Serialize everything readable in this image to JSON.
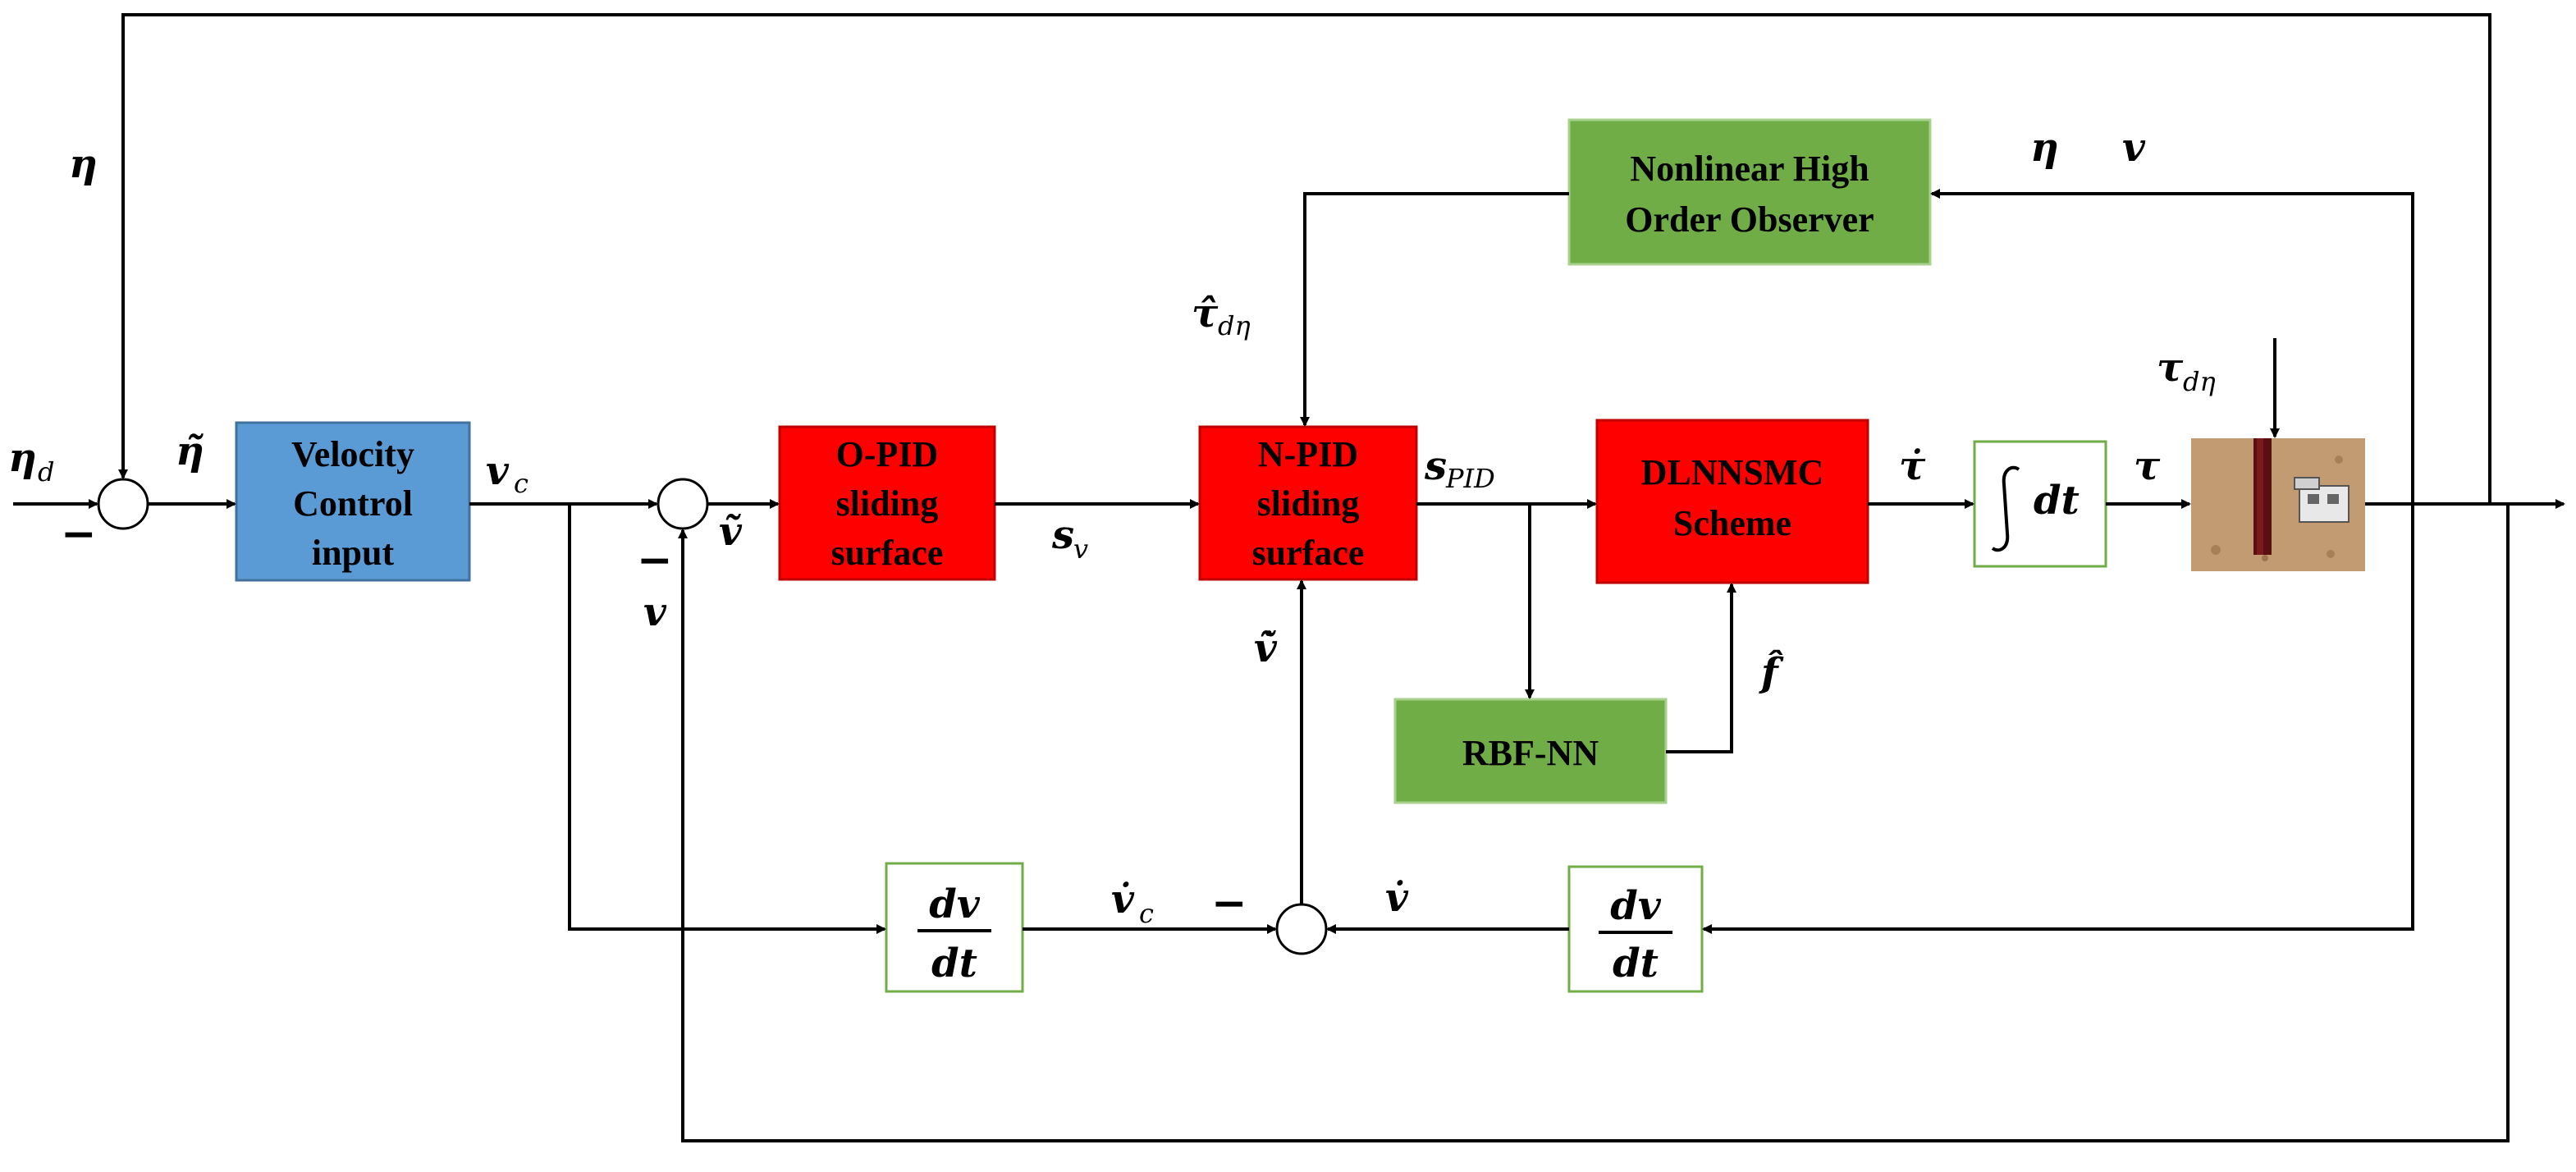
{
  "blocks": {
    "velocity_control": [
      "Velocity",
      "Control",
      "input"
    ],
    "opid": [
      "O-PID",
      "sliding",
      "surface"
    ],
    "npid": [
      "N-PID",
      "sliding",
      "surface"
    ],
    "dlnnsmc": [
      "DLNNSMC",
      "Scheme"
    ],
    "observer": [
      "Nonlinear High",
      "Order Observer"
    ],
    "rbf": [
      "RBF-NN"
    ],
    "integrator": "dt",
    "deriv_vc_num": "dv",
    "deriv_vc_den": "dt",
    "deriv_v_num": "dv",
    "deriv_v_den": "dt"
  },
  "signals": {
    "eta_top": "η",
    "eta_d": "η",
    "eta_d_sub": "d",
    "eta_tilde": "η̃",
    "v_c": "v",
    "v_c_sub": "c",
    "v_tilde": "ṽ",
    "v_fb": "v",
    "s_v": "s",
    "s_v_sub": "v",
    "s_pid": "s",
    "s_pid_sub": "PID",
    "tau_hat": "τ̂",
    "tau_hat_sub": "dη",
    "tau_dot": "τ̇",
    "tau": "τ",
    "tau_d": "τ",
    "tau_d_sub": "dη",
    "f_hat": "f̂",
    "v_tilde_dot": "ṽ̇",
    "vc_dot": "v̇",
    "vc_dot_sub": "c",
    "v_dot": "v̇",
    "obs_eta": "η",
    "obs_v": "v"
  },
  "signs": {
    "m1": "−",
    "m2": "−",
    "m3": "−"
  },
  "colors": {
    "blue": "#5B9BD5",
    "red": "#FF0000",
    "green": "#70AD47",
    "green_border": "#A9D18E",
    "line": "#000000"
  }
}
